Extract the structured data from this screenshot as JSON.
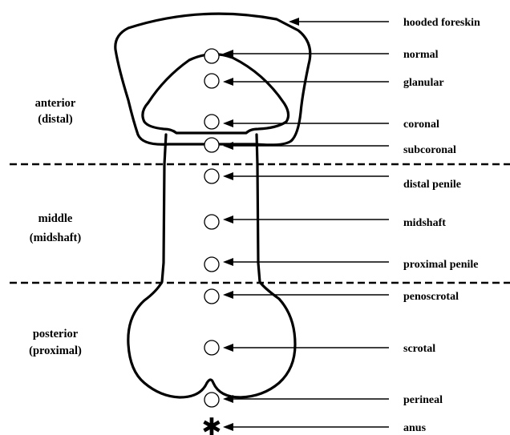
{
  "diagram": {
    "regions": [
      {
        "line1": "anterior",
        "line2": "(distal)"
      },
      {
        "line1": "middle",
        "line2": "(midshaft)"
      },
      {
        "line1": "posterior",
        "line2": "(proximal)"
      }
    ],
    "labels": [
      "hooded foreskin",
      "normal",
      "glanular",
      "coronal",
      "subcoronal",
      "distal penile",
      "midshaft",
      "proximal penile",
      "penoscrotal",
      "scrotal",
      "perineal",
      "anus"
    ],
    "anus_symbol": "✱"
  }
}
